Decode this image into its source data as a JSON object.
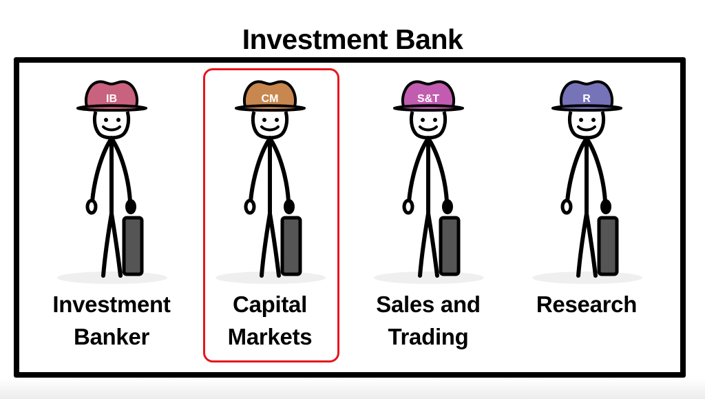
{
  "title": "Investment Bank",
  "highlighted_role": "Capital Markets",
  "colors": {
    "frame": "#000000",
    "highlight_border": "#e8141b",
    "briefcase": "#555555"
  },
  "roles": [
    {
      "hat_label": "IB",
      "hat_color": "#c9627f",
      "label_line1": "Investment",
      "label_line2": "Banker"
    },
    {
      "hat_label": "CM",
      "hat_color": "#c8874e",
      "label_line1": "Capital",
      "label_line2": "Markets"
    },
    {
      "hat_label": "S&T",
      "hat_color": "#c25cb0",
      "label_line1": "Sales and",
      "label_line2": "Trading"
    },
    {
      "hat_label": "R",
      "hat_color": "#7773b9",
      "label_line1": "Research",
      "label_line2": ""
    }
  ]
}
